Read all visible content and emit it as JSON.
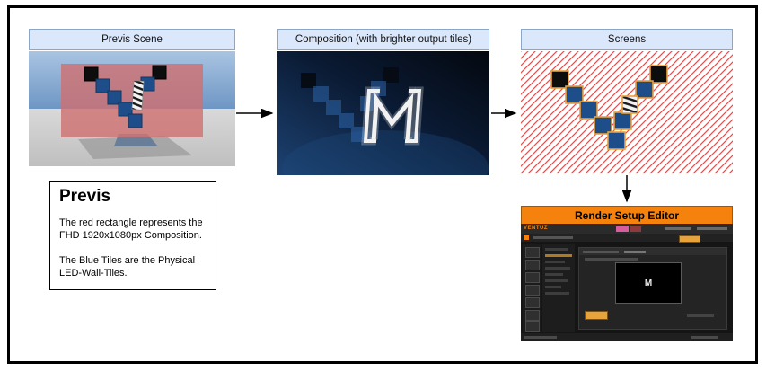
{
  "panels": {
    "previs": {
      "title": "Previs Scene"
    },
    "composition": {
      "title": "Composition (with brighter output tiles)"
    },
    "screens": {
      "title": "Screens"
    },
    "render": {
      "title": "Render Setup Editor",
      "brand": "VENTUZ",
      "preview_glyph": "M"
    }
  },
  "note": {
    "title": "Previs",
    "body1": "The red rectangle represents the FHD 1920x1080px Composition.",
    "body2": "The Blue Tiles are the Physical LED-Wall-Tiles."
  },
  "colors": {
    "panel_header_fill": "#dbe8fb",
    "panel_header_border": "#8aa7c7",
    "render_header_orange": "#f5820d",
    "tile_blue": "#1d4e89",
    "tile_black": "#0d0d0d",
    "tile_outline_orange": "#e8a23c",
    "hatch_red": "#e34d4d",
    "previs_red_rect": "#cf6f6f"
  }
}
